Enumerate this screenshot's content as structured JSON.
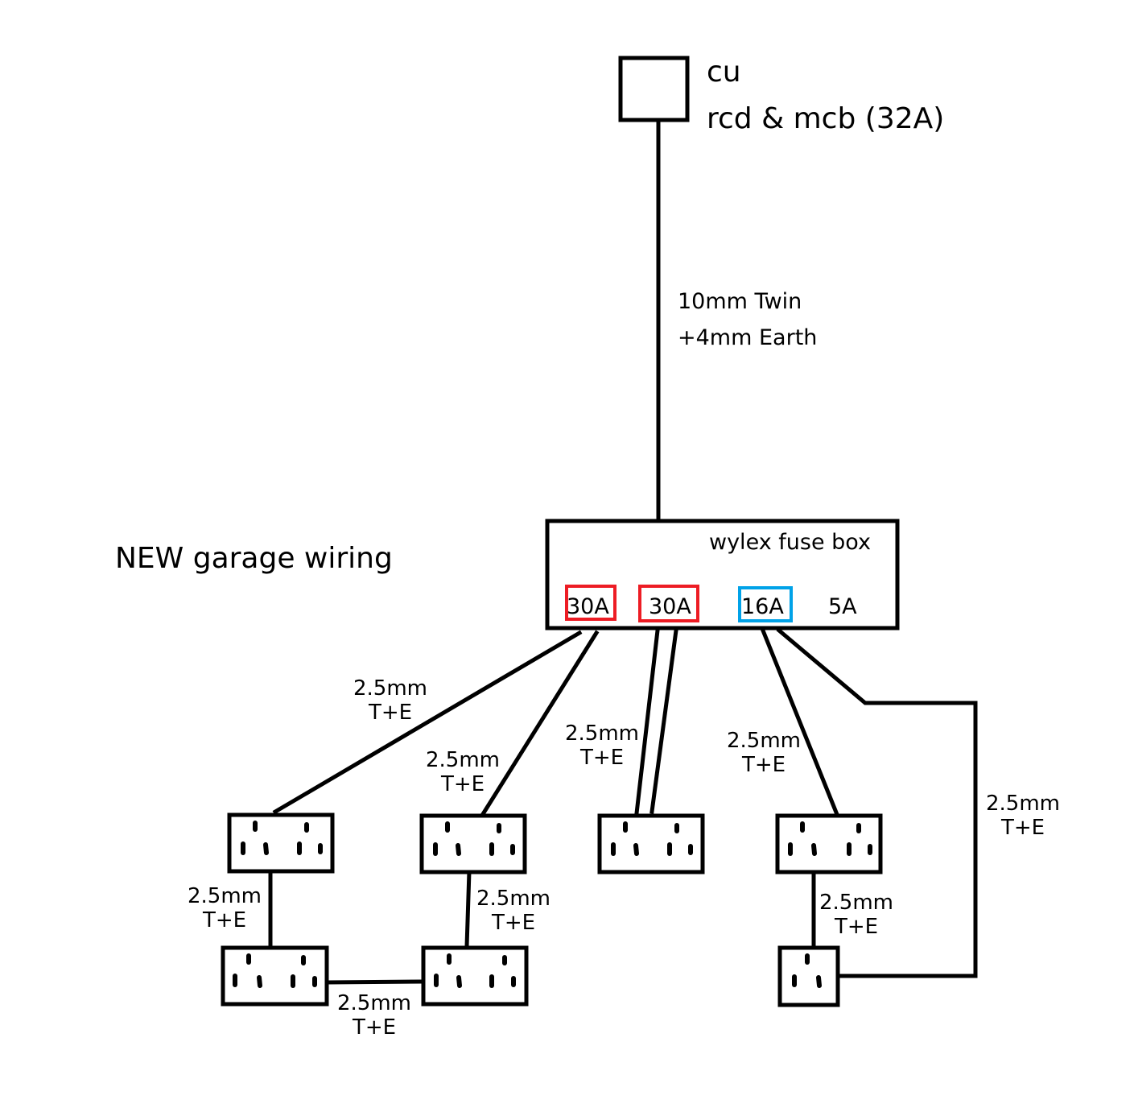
{
  "colors": {
    "ink": "#000000",
    "fuse_30a": "#ed1c24",
    "fuse_16a": "#00a2e8",
    "background": "#ffffff"
  },
  "consumer_unit": {
    "line1": "cu",
    "line2": "rcd & mcb (32A)"
  },
  "supply_cable": {
    "line1": "10mm Twin",
    "line2": "+4mm Earth"
  },
  "title": "NEW garage wiring",
  "fuse_box": {
    "label": "wylex fuse box",
    "fuses": [
      {
        "rating": "30A",
        "highlight": "red"
      },
      {
        "rating": "30A",
        "highlight": "red"
      },
      {
        "rating": "16A",
        "highlight": "blue"
      },
      {
        "rating": "5A",
        "highlight": "none"
      }
    ]
  },
  "cable_labels": {
    "line1": "2.5mm",
    "line2": "T+E"
  },
  "sockets": [
    {
      "id": "s1",
      "type": "double"
    },
    {
      "id": "s2",
      "type": "double"
    },
    {
      "id": "s3",
      "type": "double"
    },
    {
      "id": "s4",
      "type": "double"
    },
    {
      "id": "s5",
      "type": "double"
    },
    {
      "id": "s6",
      "type": "double"
    },
    {
      "id": "s7",
      "type": "single"
    }
  ]
}
